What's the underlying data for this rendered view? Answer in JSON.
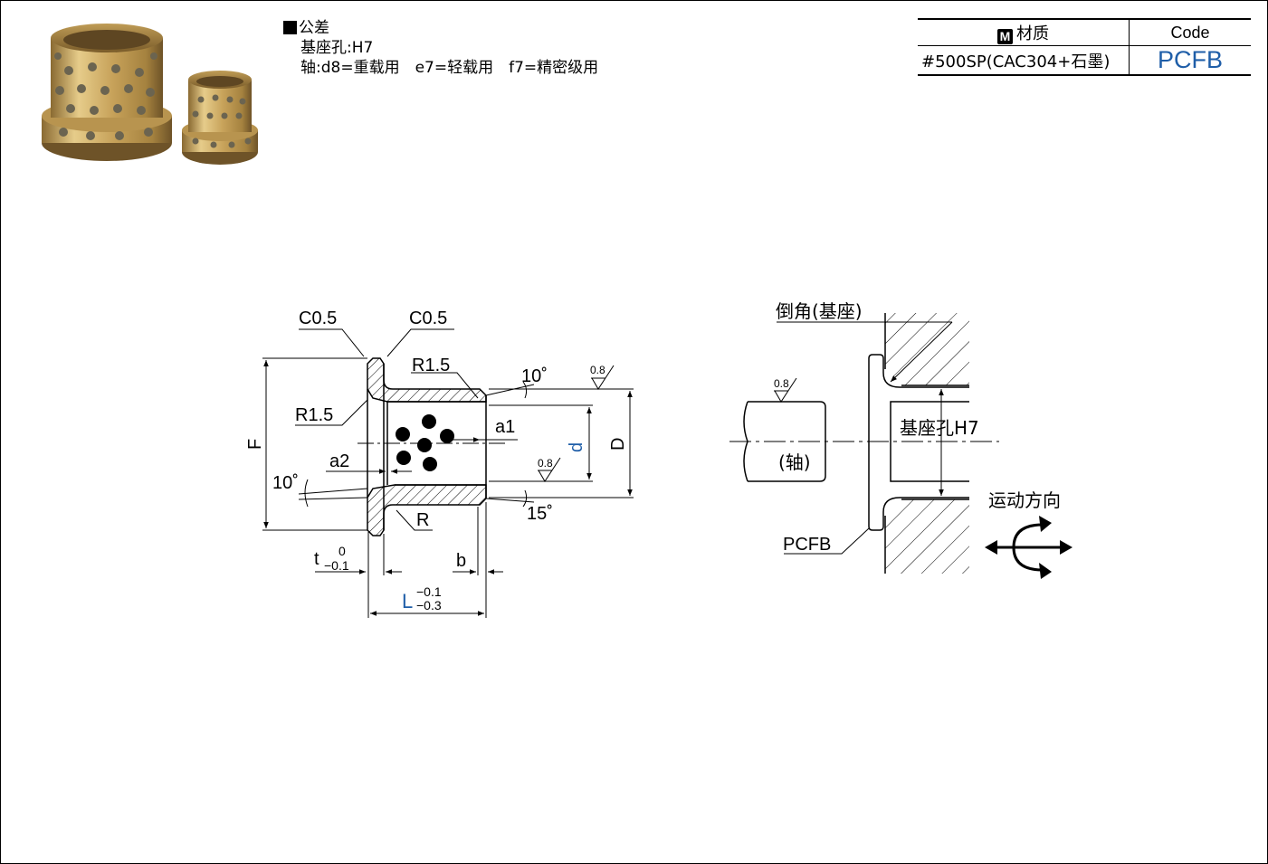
{
  "tolerance": {
    "heading": "公差",
    "housing": "基座孔:H7",
    "shaft": "轴:d8=重载用　e7=轻载用　f7=精密级用"
  },
  "table": {
    "header_material": "材质",
    "header_code": "Code",
    "material": "#500SP(CAC304+石墨)",
    "code": "PCFB"
  },
  "drawing": {
    "chamfer_left": "C0.5",
    "chamfer_right": "C0.5",
    "radius_top": "R1.5",
    "radius_left": "R1.5",
    "radius_bottom": "R",
    "angle_top": "10˚",
    "angle_left": "10˚",
    "angle_bottom": "15˚",
    "roughness_outer": "0.8",
    "roughness_inner": "0.8",
    "dim_a1": "a1",
    "dim_a2": "a2",
    "dim_d": "d",
    "dim_D": "D",
    "dim_F": "F",
    "dim_t": "t",
    "t_tol_upper": "0",
    "t_tol_lower": "−0.1",
    "dim_b": "b",
    "dim_L": "L",
    "L_tol_upper": "−0.1",
    "L_tol_lower": "−0.3"
  },
  "install": {
    "chamfer_label": "倒角(基座)",
    "shaft_roughness": "0.8",
    "shaft_label": "(轴)",
    "housing_label": "基座孔H7",
    "part_label": "PCFB",
    "motion_label": "运动方向"
  },
  "colors": {
    "accent_blue": "#1f5ea8",
    "bronze": "#c9a25a",
    "graphite": "#6b6450"
  }
}
